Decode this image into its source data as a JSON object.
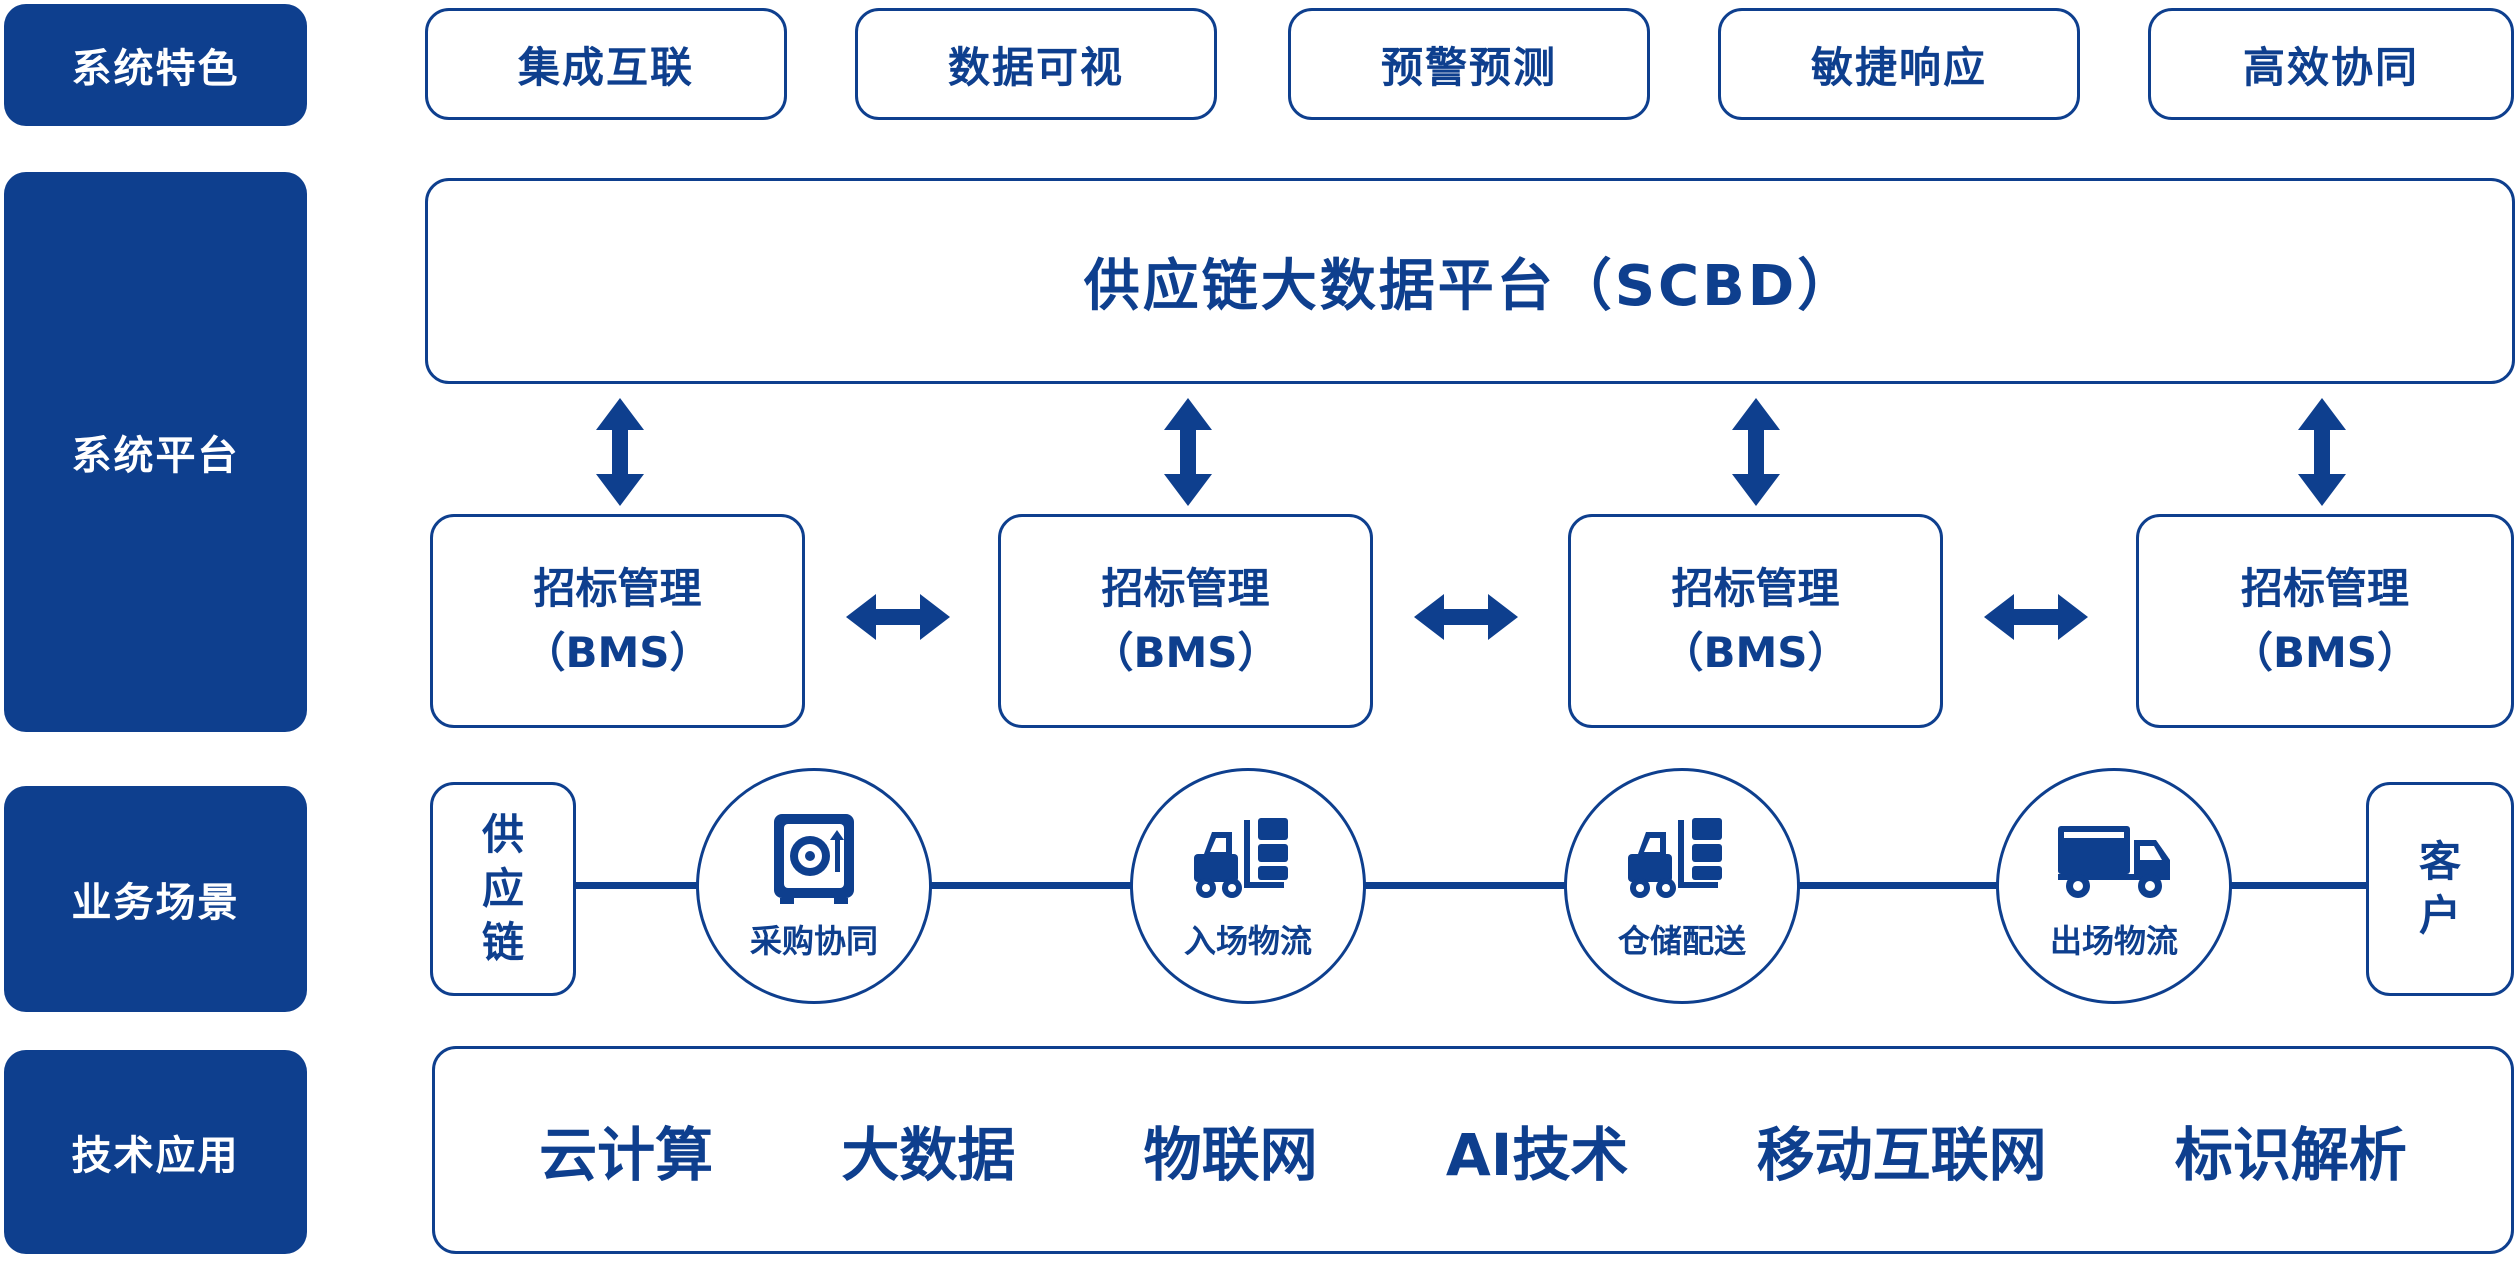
{
  "sections": {
    "features": "系统特色",
    "platform": "系统平台",
    "scenarios": "业务场景",
    "tech": "技术应用"
  },
  "features": [
    "集成互联",
    "数据可视",
    "预警预测",
    "敏捷响应",
    "高效协同"
  ],
  "platform": {
    "title": "供应链大数据平台（SCBD）",
    "modules": [
      {
        "name": "招标管理",
        "code": "（BMS）"
      },
      {
        "name": "招标管理",
        "code": "（BMS）"
      },
      {
        "name": "招标管理",
        "code": "（BMS）"
      },
      {
        "name": "招标管理",
        "code": "（BMS）"
      }
    ]
  },
  "scenarios": {
    "start": [
      "供",
      "应",
      "链"
    ],
    "end": [
      "客",
      "户"
    ],
    "steps": [
      {
        "label": "采购协同",
        "icon": "safe-icon"
      },
      {
        "label": "入场物流",
        "icon": "forklift-icon"
      },
      {
        "label": "仓储配送",
        "icon": "forklift-icon"
      },
      {
        "label": "出场物流",
        "icon": "truck-icon"
      }
    ]
  },
  "tech": [
    "云计算",
    "大数据",
    "物联网",
    "AI技术",
    "移动互联网",
    "标识解析"
  ],
  "colors": {
    "primary": "#0e3f8e",
    "background": "#ffffff"
  }
}
